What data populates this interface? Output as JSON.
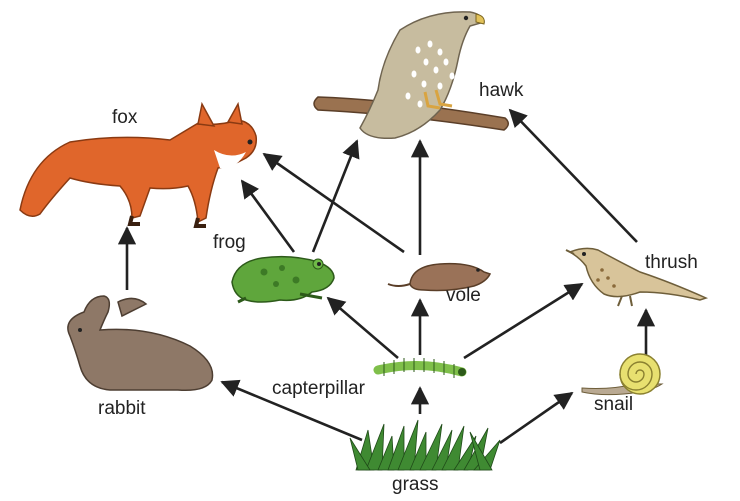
{
  "organisms": {
    "fox": "fox",
    "hawk": "hawk",
    "frog": "frog",
    "vole": "vole",
    "thrush": "thrush",
    "rabbit": "rabbit",
    "caterpillar": "capterpillar",
    "snail": "snail",
    "grass": "grass"
  },
  "feeding_links": [
    {
      "from": "grass",
      "to": "rabbit"
    },
    {
      "from": "grass",
      "to": "caterpillar"
    },
    {
      "from": "grass",
      "to": "snail"
    },
    {
      "from": "rabbit",
      "to": "fox"
    },
    {
      "from": "caterpillar",
      "to": "frog"
    },
    {
      "from": "caterpillar",
      "to": "vole"
    },
    {
      "from": "caterpillar",
      "to": "thrush"
    },
    {
      "from": "snail",
      "to": "thrush"
    },
    {
      "from": "frog",
      "to": "fox"
    },
    {
      "from": "frog",
      "to": "hawk"
    },
    {
      "from": "vole",
      "to": "fox"
    },
    {
      "from": "vole",
      "to": "hawk"
    },
    {
      "from": "thrush",
      "to": "hawk"
    }
  ],
  "colors": {
    "fox": "#e0662b",
    "hawk": "#c2b79a",
    "frog": "#5fa63c",
    "vole": "#9a7258",
    "thrush": "#d8c49a",
    "rabbit": "#8e7867",
    "caterpillar": "#7fbf4a",
    "snail": "#e8e070",
    "grass": "#3f8a32",
    "arrow": "#222222"
  }
}
